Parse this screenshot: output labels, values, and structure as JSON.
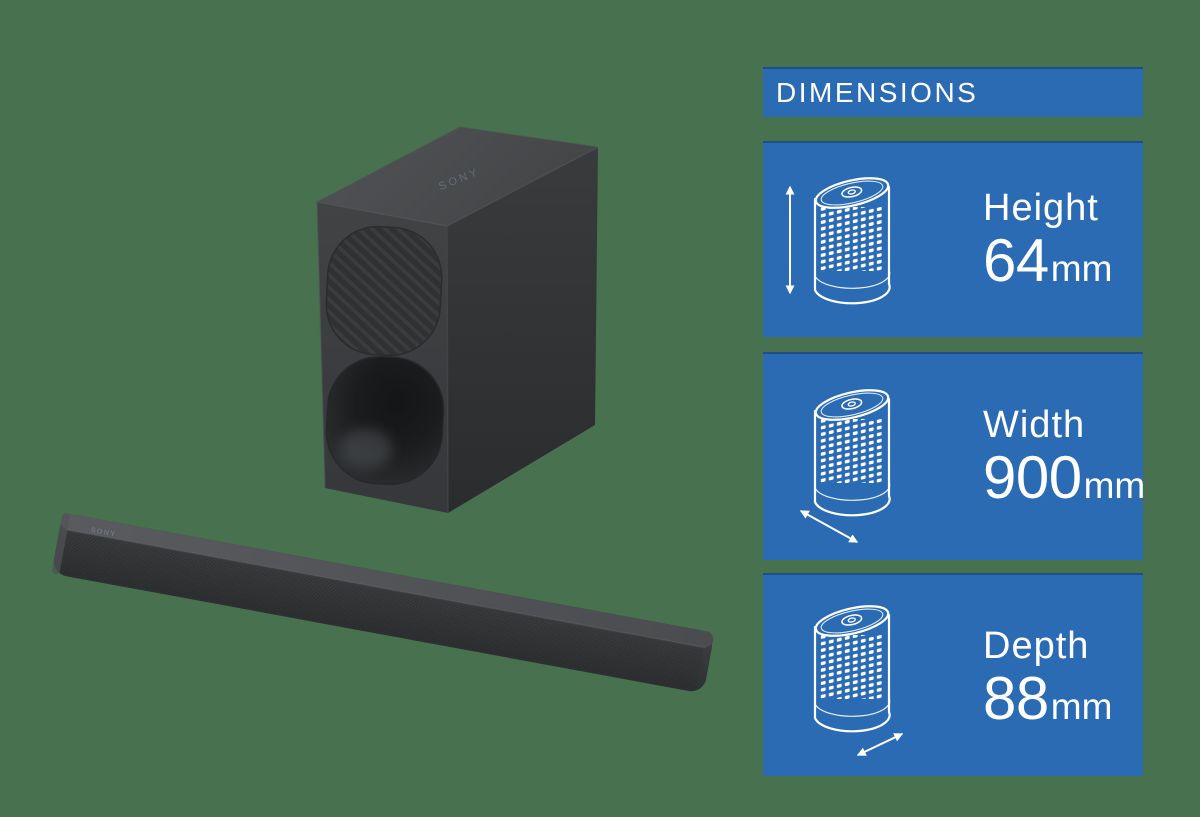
{
  "colors": {
    "background": "#47714F",
    "panel_blue": "#2B6BB4",
    "text": "#FFFFFF"
  },
  "header": {
    "title": "DIMENSIONS"
  },
  "cards": [
    {
      "label": "Height",
      "value": "64",
      "unit": "mm",
      "icon": "cylinder-speaker-icon",
      "arrow_icon": "vertical-double-arrow-icon"
    },
    {
      "label": "Width",
      "value": "900",
      "unit": "mm",
      "icon": "cylinder-speaker-icon",
      "arrow_icon": "diagonal-double-arrow-down-right-icon"
    },
    {
      "label": "Depth",
      "value": "88",
      "unit": "mm",
      "icon": "cylinder-speaker-icon",
      "arrow_icon": "diagonal-double-arrow-up-right-icon"
    }
  ],
  "product": {
    "description": "Black soundbar with wireless subwoofer",
    "logo_text": "SONY"
  }
}
